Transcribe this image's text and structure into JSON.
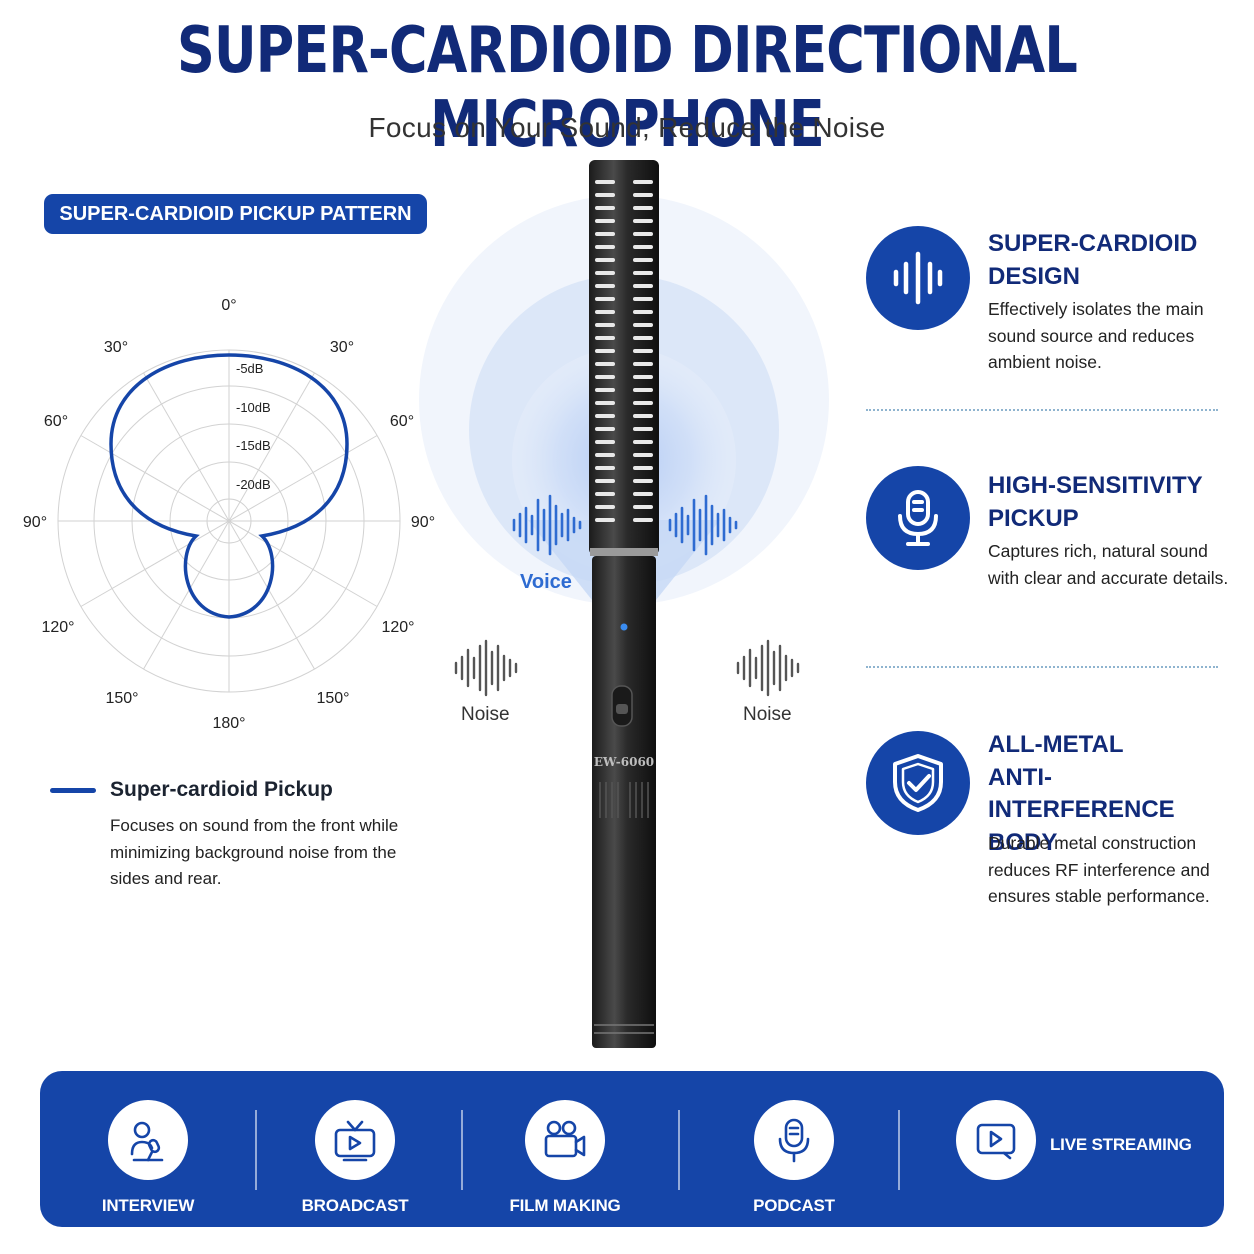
{
  "header": {
    "title": "SUPER-CARDIOID DIRECTIONAL MICROPHONE",
    "subtitle": "Focus on Your Sound, Reduce the Noise"
  },
  "pattern": {
    "badge": "SUPER-CARDIOID PICKUP PATTERN",
    "angles": {
      "top": "0°",
      "upper_left": "30°",
      "upper_right": "30°",
      "left60": "60°",
      "right60": "60°",
      "left90": "90°",
      "right90": "90°",
      "left120": "120°",
      "right120": "120°",
      "left150": "150°",
      "right150": "150°",
      "bottom": "180°"
    },
    "db_levels": [
      "-5dB",
      "-10dB",
      "-15dB",
      "-20dB"
    ],
    "legend": {
      "title": "Super-cardioid Pickup",
      "description": "Focuses on sound from the front while minimizing background noise from the sides and rear."
    }
  },
  "microphone": {
    "model": "EW-6060",
    "voice_label": "Voice",
    "noise_left": "Noise",
    "noise_right": "Noise"
  },
  "features": [
    {
      "icon": "soundwave-icon",
      "title_line1": "SUPER-CARDIOID",
      "title_line2": "DESIGN",
      "title_line3": "",
      "description": "Effectively isolates the main sound source and reduces ambient noise."
    },
    {
      "icon": "microphone-icon",
      "title_line1": "HIGH-SENSITIVITY",
      "title_line2": "PICKUP",
      "title_line3": "",
      "description": "Captures rich, natural sound with clear and accurate details."
    },
    {
      "icon": "shield-check-icon",
      "title_line1": "ALL-METAL",
      "title_line2": "ANTI-INTERFERENCE",
      "title_line3": "BODY",
      "description": "Durable metal construction reduces RF interference and ensures stable performance."
    }
  ],
  "applications": [
    {
      "label": "INTERVIEW",
      "icon": "interview-icon"
    },
    {
      "label": "BROADCAST",
      "icon": "broadcast-tv-icon"
    },
    {
      "label": "FILM MAKING",
      "icon": "video-camera-icon"
    },
    {
      "label": "PODCAST",
      "icon": "podcast-mic-icon"
    },
    {
      "label": "LIVE STREAMING",
      "icon": "live-stream-icon"
    }
  ],
  "colors": {
    "brand_blue": "#1545a8",
    "title_navy": "#112a78",
    "voice_blue": "#2e6bd1"
  }
}
